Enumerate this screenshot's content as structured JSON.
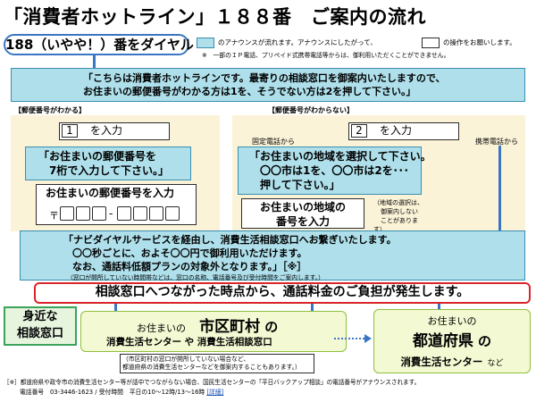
{
  "title": "「消費者ホットライン」１８８番　ご案内の流れ",
  "dial_pill": "188（いやや！）番をダイヤル",
  "legend": {
    "teal_text": "のアナウンスが流れます。アナウンスにしたがって、",
    "white_text": "の操作をお願いします。",
    "note": "※　一部のＩＰ電話、プリペイド式携帯電話等からは、御利用いただくことができません。"
  },
  "intro_announcement": {
    "line1": "「こちらは消費者ホットラインです。最寄りの相談窓口を御案内いたしますので、",
    "line2": "お住まいの郵便番号がわかる方は1を、そうでない方は2を押して下さい。」"
  },
  "left_branch": {
    "header": "【郵便番号がわかる】",
    "press_num": "1",
    "press_text": "を入力",
    "announce_line1": "「お住まいの郵便番号を",
    "announce_line2": "7桁で入力して下さい。」",
    "input_label": "お住まいの郵便番号を入力",
    "postal_mark": "〒",
    "dash": "-"
  },
  "right_branch": {
    "header": "【郵便番号がわからない】",
    "fixed_phone": "固定電話から",
    "mobile_phone": "携帯電話から",
    "press_num": "2",
    "press_text": "を入力",
    "announce_line1": "「お住まいの地域を選択して下さい。",
    "announce_line2": "〇〇市は1を、〇〇市は2を･･･",
    "announce_line3": "押して下さい。」",
    "input_line1": "お住まいの地域の",
    "input_line2": "番号を入力",
    "note_line1": "（地域の選択は、",
    "note_line2": "御案内しない",
    "note_line3": "ことがありま",
    "note_line4": "す）"
  },
  "navi_announcement": {
    "line1": "「ナビダイヤルサービスを経由し、消費生活相談窓口へお繋ぎいたします。",
    "line2": "〇〇秒ごとに、およそ〇〇円で御利用いただけます。",
    "line3": "なお、通話料低額プランの対象外となります。」［※］",
    "note": "（窓口が開所していない時間帯などは、窓口の名称、電話番号及び受付時間をご案内します。）"
  },
  "charge_bar": "相談窓口へつながった時点から、通話料金のご負担が発生します。",
  "local_label_line1": "身近な",
  "local_label_line2": "相談窓口",
  "city_box": {
    "prefix": "お住まいの",
    "big": "市区町村",
    "suffix": "の",
    "line2": "消費生活センター や 消費生活相談窓口"
  },
  "city_note": {
    "line1": "（市区町村の窓口が開所していない場合など、",
    "line2": "都道府県の消費生活センターなどを御案内することもあります。）"
  },
  "pref_box": {
    "prefix": "お住まいの",
    "big": "都道府県",
    "suffix": "の",
    "line3": "消費生活センター",
    "line3_suffix": "など"
  },
  "footer": {
    "line1": "［※］都道府県や政令市の消費生活センター等が話中でつながらない場合、国民生活センターの「平日バックアップ相談」の電話番号がアナウンスされます。",
    "line2": "電話番号　03-3446-1623 / 受付時間　平日の10～12時/13～16時",
    "link": "[詳細]"
  },
  "colors": {
    "teal_fill": "#aedfea",
    "blue_border": "#3a76c4",
    "red_border": "#d9262b",
    "green_border": "#3ba35a",
    "cream_fill": "#fbf3d8"
  }
}
